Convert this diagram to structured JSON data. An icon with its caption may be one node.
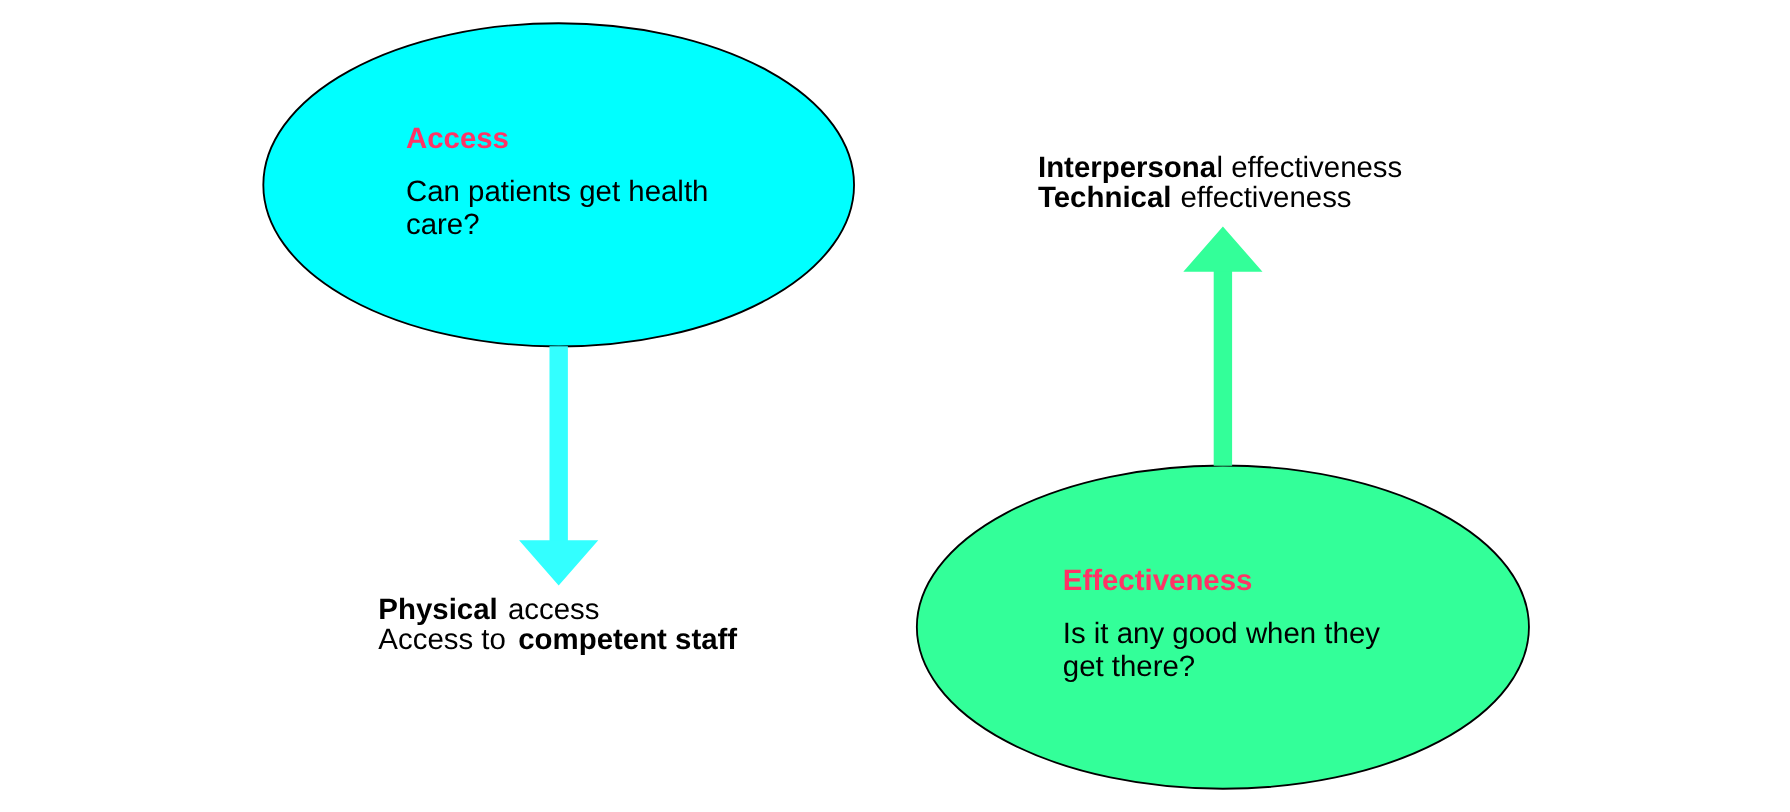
{
  "diagram": {
    "nodes": [
      {
        "text": [
          "Access",
          "Can patients get health care?"
        ]
      },
      {
        "text": [
          "**Physical** access",
          "Access to **competent staff**"
        ]
      },
      {
        "text": [
          "Effectiveness",
          "Is it any good when they get there?"
        ]
      },
      {
        "text": [
          "**Interpersona**l effectiveness",
          "**Technical** effectiveness"
        ]
      }
    ],
    "edges": [
      {
        "from": 0,
        "to": 1,
        "arrow": "to",
        "color": "#33ffff"
      },
      {
        "from": 2,
        "to": 3,
        "arrow": "to",
        "color": "#33ff99"
      }
    ]
  }
}
